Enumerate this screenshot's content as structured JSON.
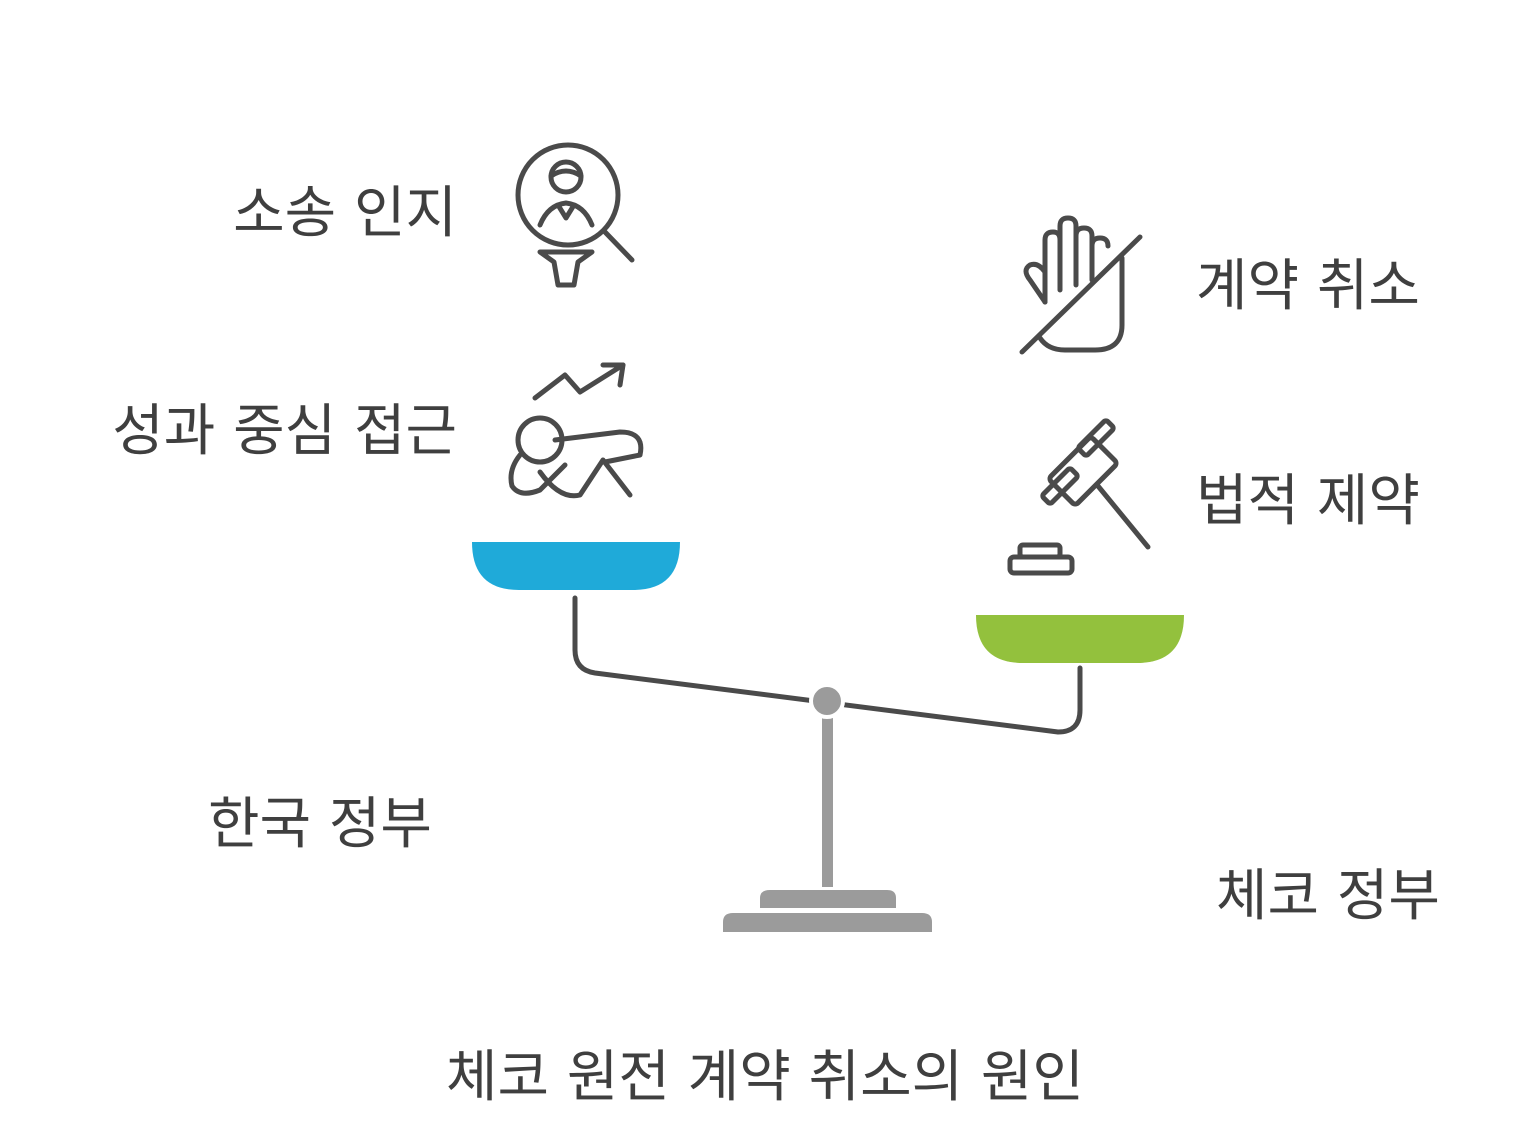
{
  "diagram": {
    "left_side": {
      "group_label": "한국 정부",
      "factors": [
        {
          "label": "소송 인지",
          "icon": "person-search-icon"
        },
        {
          "label": "성과 중심 접근",
          "icon": "growth-crawl-icon"
        }
      ],
      "pan_color": "#1faad9"
    },
    "right_side": {
      "group_label": "체코 정부",
      "factors": [
        {
          "label": "계약 취소",
          "icon": "stop-hand-icon"
        },
        {
          "label": "법적 제약",
          "icon": "gavel-icon"
        }
      ],
      "pan_color": "#93c13d"
    },
    "scale_color": "#9b9b9b",
    "beam_color": "#4a4a4a",
    "caption": "체코 원전 계약 취소의 원인"
  }
}
